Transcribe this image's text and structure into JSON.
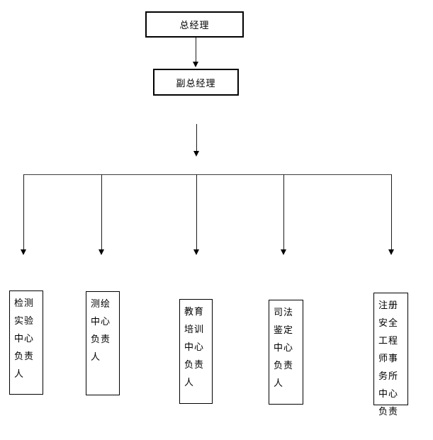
{
  "org_chart": {
    "title_node": {
      "label": "总经理"
    },
    "deputy_node": {
      "label": "副总经理"
    },
    "departments": [
      {
        "label": "检测实验中心负责人",
        "label_wrapped": "检测\n实验\n中心\n负责\n人"
      },
      {
        "label": "测绘中心负责人",
        "label_wrapped": "测绘\n中心\n负责\n人"
      },
      {
        "label": "教育培训中心负责人",
        "label_wrapped": "教育\n培训\n中心\n负责\n人"
      },
      {
        "label": "司法鉴定中心负责人",
        "label_wrapped": "司法\n鉴定\n中心\n负责\n人"
      },
      {
        "label": "注册安全工程师事务所中心负责",
        "label_wrapped": "注册\n安全\n工程\n师事\n务所\n中心\n负责"
      }
    ],
    "colors": {
      "background": "#ffffff",
      "box_border": "#000000",
      "line": "#1c1c1c",
      "text": "#000000"
    }
  }
}
